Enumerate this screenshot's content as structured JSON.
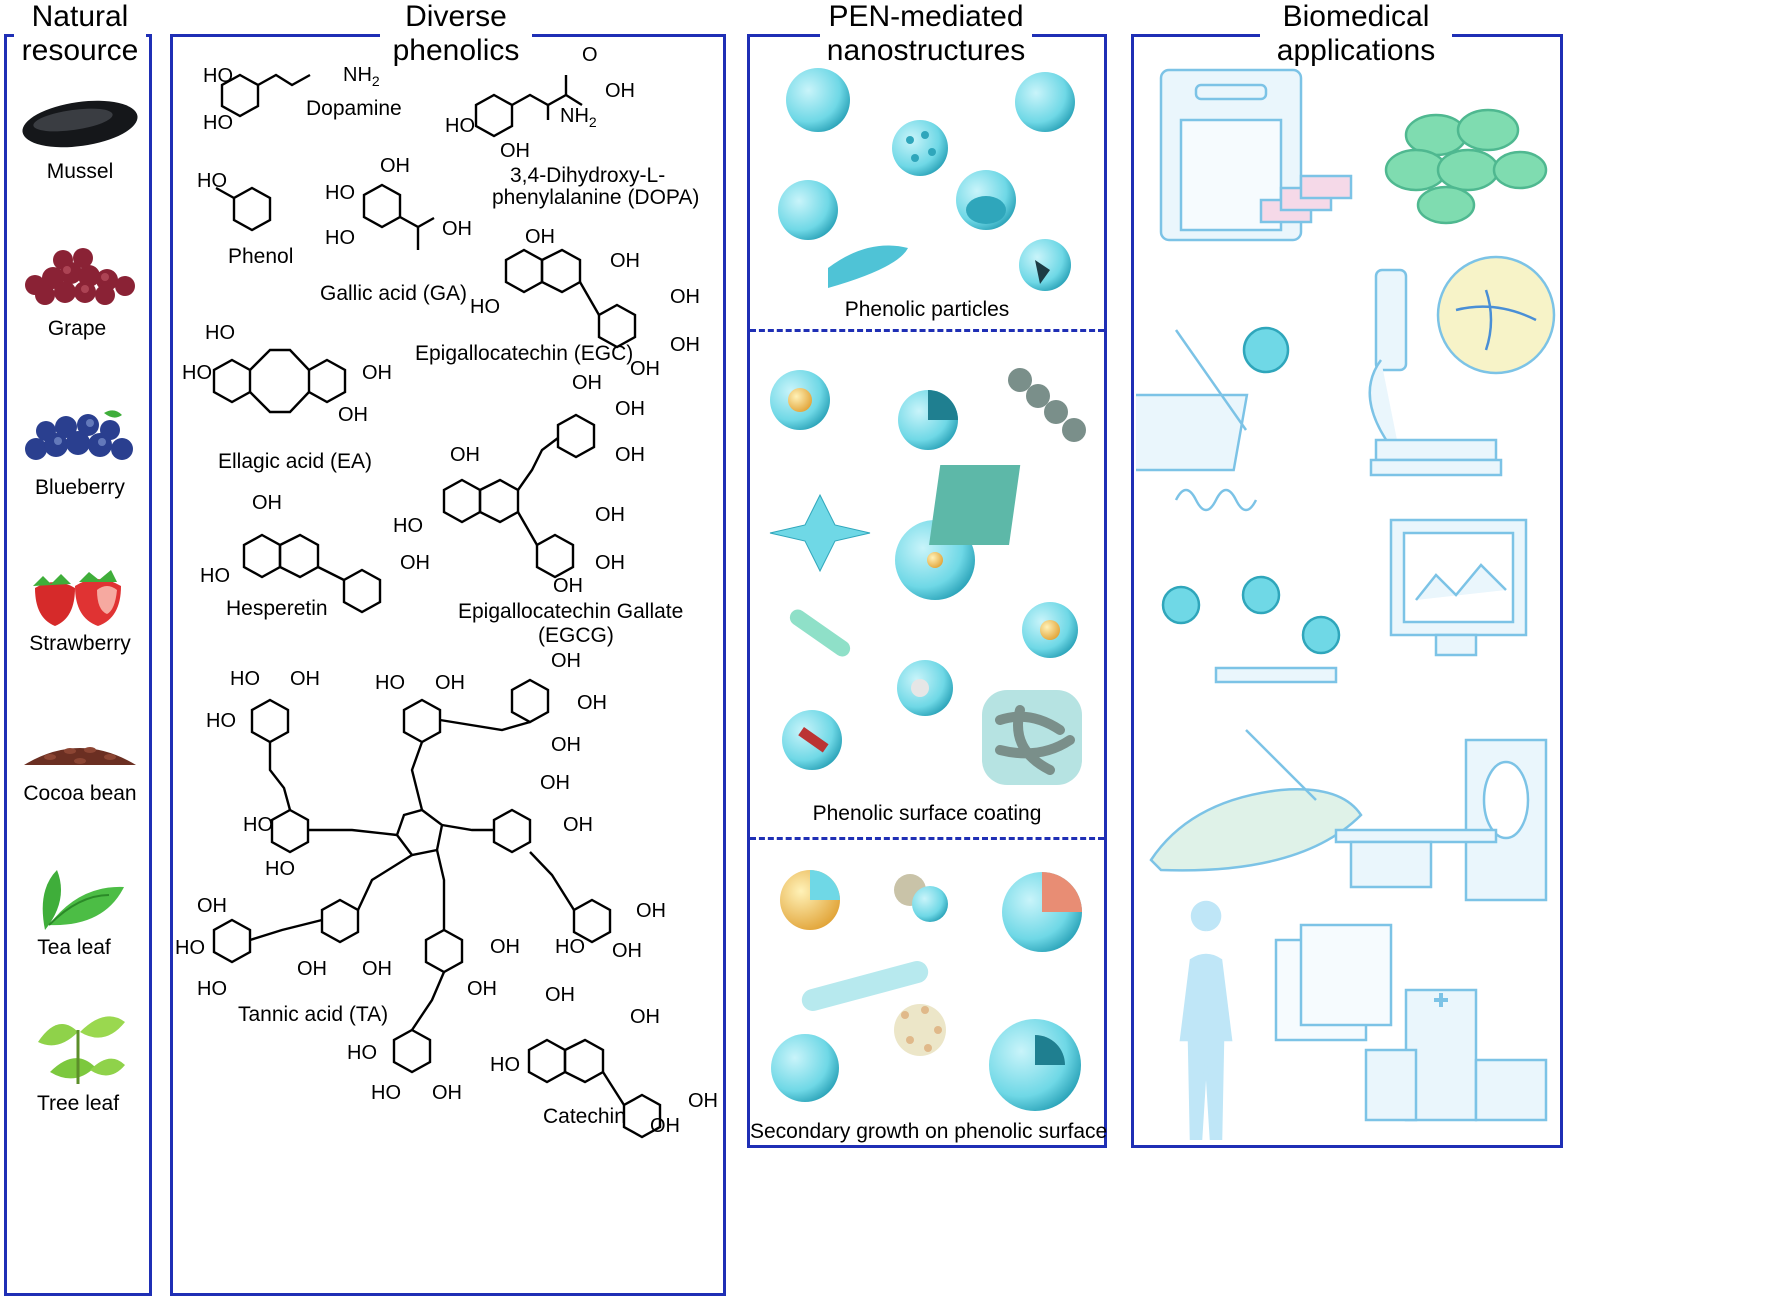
{
  "panels": {
    "natural": {
      "title_l1": "Natural",
      "title_l2": "resource"
    },
    "phenolics": {
      "title_l1": "Diverse",
      "title_l2": "phenolics"
    },
    "nano": {
      "title_l1": "PEN-mediated",
      "title_l2": "nanostructures"
    },
    "bio": {
      "title_l1": "Biomedical",
      "title_l2": "applications"
    }
  },
  "resources": [
    "Mussel",
    "Grape",
    "Blueberry",
    "Strawberry",
    "Cocoa bean",
    "Tea leaf",
    "Tree leaf"
  ],
  "compounds": {
    "dopamine": "Dopamine",
    "dopa_l1": "3,4-Dihydroxy-L-",
    "dopa_l2": "phenylalanine (DOPA)",
    "phenol": "Phenol",
    "ga": "Gallic acid (GA)",
    "egc": "Epigallocatechin (EGC)",
    "ea": "Ellagic acid (EA)",
    "hesperetin": "Hesperetin",
    "egcg_l1": "Epigallocatechin Gallate",
    "egcg_l2": "(EGCG)",
    "ta": "Tannic acid (TA)",
    "catechin": "Catechin"
  },
  "groups": {
    "ho": "HO",
    "oh": "OH",
    "nh2": "NH2",
    "o": "O"
  },
  "nano_sections": [
    "Phenolic particles",
    "Phenolic surface coating",
    "Secondary growth on phenolic surface"
  ],
  "colors": {
    "frame": "#1f2fb5",
    "particle": "#6fd8e6",
    "particle_dark": "#2fa6bb",
    "bio_line": "#7cc3e6",
    "leaf": "#3fae3a",
    "berry": "#2a3f8f",
    "grape": "#8a2235",
    "straw": "#d62a2a",
    "cocoa": "#6b2f22"
  }
}
